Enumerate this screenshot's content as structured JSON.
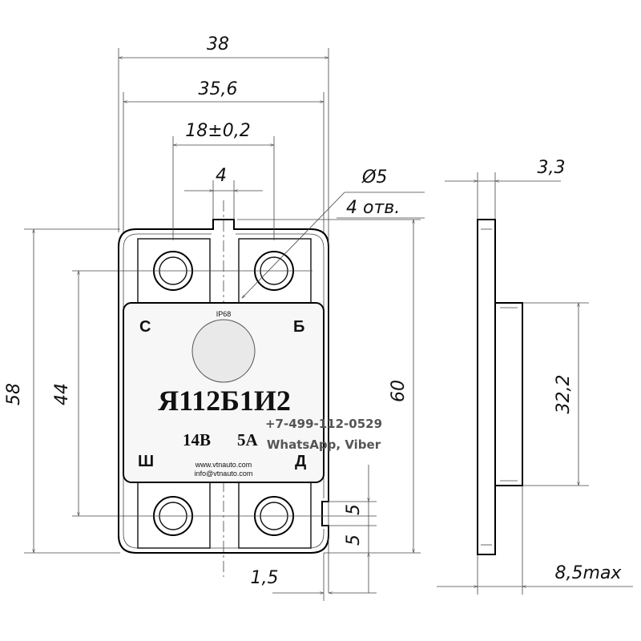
{
  "dimensions": {
    "width_overall": "38",
    "width_inner": "35,6",
    "terminal_spacing": "18±0,2",
    "slot_width": "4",
    "hole_diameter": "Ø5",
    "hole_count": "4 отв.",
    "plate_thickness": "3,3",
    "height_overall": "58",
    "hole_spacing_vertical": "44",
    "height_total": "60",
    "body_height": "32,2",
    "offset_1_5": "1,5",
    "tab_5_upper": "5",
    "tab_5_lower": "5",
    "depth_max": "8,5max"
  },
  "label": {
    "ip": "IP68",
    "terminal_top_left": "С",
    "terminal_top_right": "Б",
    "terminal_bottom_left": "Ш",
    "terminal_bottom_right": "Д",
    "model": "Я112Б1И2",
    "voltage": "14В",
    "current": "5А",
    "website": "www.vtnauto.com",
    "email": "info@vtnauto.com"
  },
  "contact": {
    "phone": "+7-499-112-0529",
    "messengers": "WhatsApp, Viber"
  }
}
